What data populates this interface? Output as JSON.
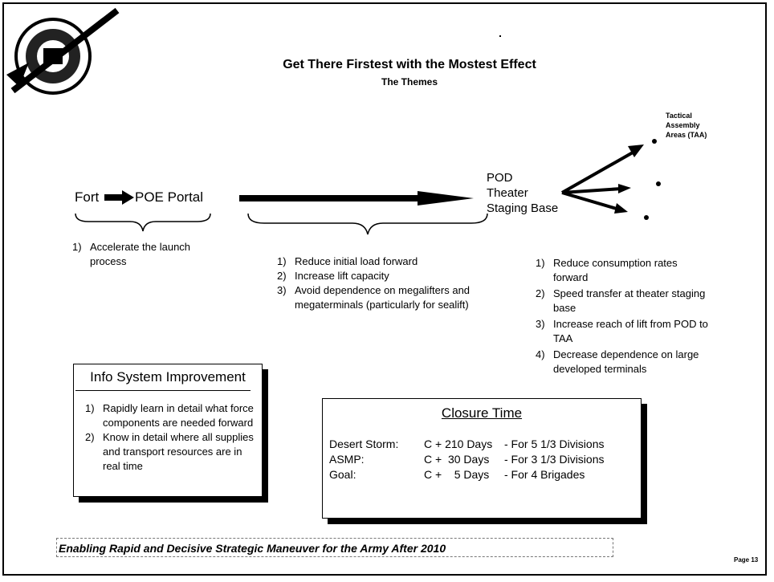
{
  "title": "Get There Firstest with the Mostest Effect",
  "subtitle": "The Themes",
  "flow": {
    "fort": "Fort",
    "poe": "POE Portal",
    "pod_lines": [
      "POD",
      "Theater",
      "Staging Base"
    ],
    "taa_lines": [
      "Tactical",
      "Assembly",
      "Areas  (TAA)"
    ]
  },
  "themes": {
    "fort_to_poe": [
      "Accelerate the launch process"
    ],
    "transit": [
      "Reduce initial load forward",
      "Increase lift capacity",
      "Avoid dependence on megalifters and megaterminals (particularly for sealift)"
    ],
    "theater": [
      "Reduce consumption rates forward",
      "Speed transfer at theater staging base",
      "Increase reach of lift from POD to TAA",
      "Decrease dependence on large developed terminals"
    ]
  },
  "info_system": {
    "title": "Info System Improvement",
    "items": [
      "Rapidly learn in detail what force components are needed forward",
      "Know in detail where all supplies and transport resources are in real time"
    ]
  },
  "closure": {
    "title": "Closure Time",
    "rows": [
      {
        "label": "Desert Storm:",
        "value": "C + 210 Days",
        "note": "- For 5 1/3 Divisions"
      },
      {
        "label": "ASMP:",
        "value": "C +  30 Days",
        "note": "- For 3 1/3 Divisions"
      },
      {
        "label": "Goal:",
        "value": "C +    5 Days",
        "note": "- For 4 Brigades"
      }
    ]
  },
  "footer": "Enabling Rapid and Decisive Strategic Maneuver for the Army After 2010",
  "page": "Page 13"
}
